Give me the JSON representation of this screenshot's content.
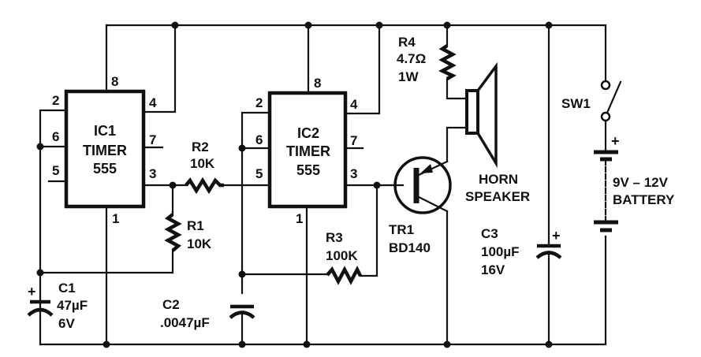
{
  "diagram": {
    "title": "",
    "type": "circuit-schematic",
    "ic1": {
      "label": "IC1",
      "type_line1": "TIMER",
      "type_line2": "555",
      "pins": {
        "p2": "2",
        "p6": "6",
        "p5": "5",
        "p8": "8",
        "p4": "4",
        "p7": "7",
        "p3": "3",
        "p1": "1"
      }
    },
    "ic2": {
      "label": "IC2",
      "type_line1": "TIMER",
      "type_line2": "555",
      "pins": {
        "p2": "2",
        "p6": "6",
        "p5": "5",
        "p8": "8",
        "p4": "4",
        "p7": "7",
        "p3": "3",
        "p1": "1"
      }
    },
    "r1": {
      "name": "R1",
      "value": "10K"
    },
    "r2": {
      "name": "R2",
      "value": "10K"
    },
    "r3": {
      "name": "R3",
      "value": "100K"
    },
    "r4": {
      "name": "R4",
      "value": "4.7Ω",
      "rating": "1W"
    },
    "c1": {
      "name": "C1",
      "value": "47µF",
      "rating": "6V",
      "polarity": "+"
    },
    "c2": {
      "name": "C2",
      "value": ".0047µF"
    },
    "c3": {
      "name": "C3",
      "value": "100µF",
      "rating": "16V",
      "polarity": "+"
    },
    "tr1": {
      "name": "TR1",
      "part": "BD140"
    },
    "speaker": {
      "line1": "HORN",
      "line2": "SPEAKER"
    },
    "sw1": {
      "name": "SW1"
    },
    "battery": {
      "voltage": "9V – 12V",
      "label": "BATTERY",
      "polarity": "+"
    }
  }
}
